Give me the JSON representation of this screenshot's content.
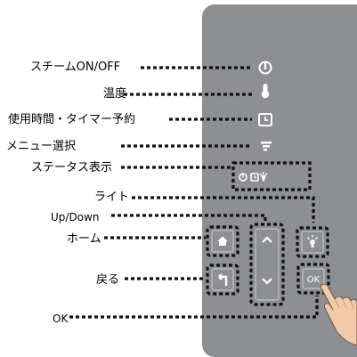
{
  "labels": {
    "steam": "スチームON/OFF",
    "temp": "温度",
    "timer": "使用時間・タイマー予約",
    "menu": "メニュー選択",
    "status": "ステータス表示",
    "light": "ライト",
    "updown": "Up/Down",
    "home": "ホーム",
    "back": "戻る",
    "ok": "OK"
  },
  "ok_key_text": "OK",
  "colors": {
    "panel": "#8d8f92",
    "icon": "#ffffff",
    "dots": "#111111",
    "key_border": "#c9cbcd"
  },
  "icons": [
    "power-icon",
    "thermometer-icon",
    "clock-icon",
    "menu-icon",
    "status-icons",
    "bulb-icon",
    "home-icon",
    "chevron-up-icon",
    "chevron-down-icon",
    "back-arrow-icon",
    "hand-pointer-icon"
  ]
}
